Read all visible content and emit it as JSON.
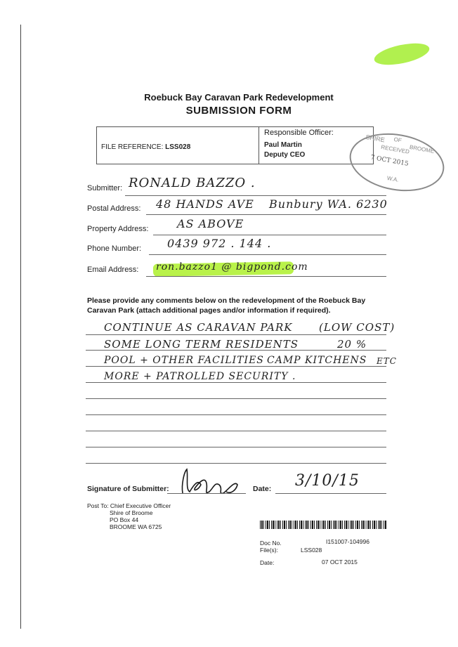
{
  "header": {
    "title": "Roebuck Bay Caravan Park Redevelopment",
    "subtitle": "SUBMISSION FORM"
  },
  "infobox": {
    "file_ref_label": "FILE REFERENCE:",
    "file_ref_value": "LSS028",
    "responsible_label": "Responsible Officer:",
    "officer_name": "Paul Martin",
    "officer_title": "Deputy CEO"
  },
  "stamp": {
    "shire": "SHIRE",
    "of": "OF",
    "broome": "BROOME",
    "received": "RECEIVED",
    "date": "7 OCT 2015",
    "state": "W.A."
  },
  "fields": {
    "submitter_label": "Submitter:",
    "submitter_value": "RONALD  BAZZO .",
    "postal_label": "Postal Address:",
    "postal_value": "48 HANDS AVE",
    "postal_value2": "Bunbury WA.  6230",
    "property_label": "Property Address:",
    "property_value": "AS  ABOVE",
    "phone_label": "Phone Number:",
    "phone_value": "0439  972 . 144 .",
    "email_label": "Email Address:",
    "email_value": "ron.bazzo1 @ bigpond.com"
  },
  "comments": {
    "instructions": "Please provide any comments below on the redevelopment of the Roebuck Bay Caravan Park (attach additional pages and/or information if required).",
    "line1a": "CONTINUE  AS  CARAVAN PARK",
    "line1b": "(LOW COST)",
    "line2a": "SOME LONG TERM  RESIDENTS",
    "line2b": "20 %",
    "line3a": "POOL + OTHER  FACILITIES",
    "line3b": "CAMP KITCHENS",
    "line3c": "ETC",
    "line4": "MORE  +  PATROLLED  SECURITY ."
  },
  "signature": {
    "label": "Signature of Submitter:",
    "date_label": "Date:",
    "date_value": "3/10/15"
  },
  "postal_to": {
    "line1": "Post To: Chief Executive Officer",
    "line2": "Shire of Broome",
    "line3": "PO Box 44",
    "line4": "BROOME  WA  6725"
  },
  "records": {
    "doc_label": "Doc No.",
    "doc_value": "I151007-104996",
    "files_label": "File(s):",
    "files_value": "LSS028",
    "date_label": "Date:",
    "date_value": "07 OCT 2015"
  }
}
